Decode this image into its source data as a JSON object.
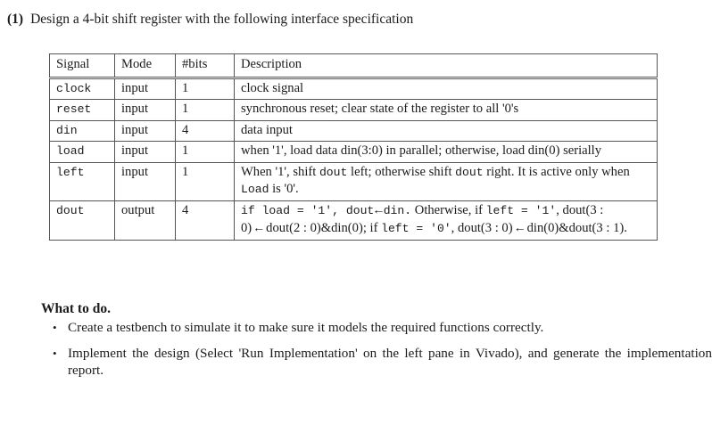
{
  "problem": {
    "number": "(1)",
    "statement": "Design a 4-bit shift register with the following interface specification"
  },
  "spec_table": {
    "headers": [
      "Signal",
      "Mode",
      "#bits",
      "Description"
    ],
    "rows": [
      {
        "signal": "clock",
        "mode": "input",
        "bits": "1",
        "description": "clock signal"
      },
      {
        "signal": "reset",
        "mode": "input",
        "bits": "1",
        "description": "synchronous reset; clear state of the register to all '0's"
      },
      {
        "signal": "din",
        "mode": "input",
        "bits": "4",
        "description": "data input"
      },
      {
        "signal": "load",
        "mode": "input",
        "bits": "1",
        "description": "when '1', load data din(3:0) in parallel; otherwise, load din(0) serially"
      },
      {
        "signal": "left",
        "mode": "input",
        "bits": "1",
        "description_parts": {
          "p1": "When '1', shift ",
          "tt1": "dout",
          "p2": " left; otherwise shift ",
          "tt2": "dout",
          "p3": " right. It is active only when ",
          "tt3": "Load",
          "p4": " is '0'."
        },
        "description": "When '1', shift dout left; otherwise shift dout right. It is active only when Load is '0'."
      },
      {
        "signal": "dout",
        "mode": "output",
        "bits": "4",
        "description_parts": {
          "tt1": "if load = '1', dout",
          "arrow1": "←",
          "tt2": "din.",
          "p1": " Otherwise, if ",
          "tt3": "left = '1'",
          "p2": ", ",
          "m1": "dout(3 : 0)",
          "arrow2": "←",
          "m2": "dout(2 : 0)&din(0)",
          "p3": "; if ",
          "tt4": "left = '0'",
          "p4": ", ",
          "m3": "dout(3 : 0)",
          "arrow3": "←",
          "m4": "din(0)&dout(3 : 1)",
          "p5": "."
        },
        "description": "if load = '1', dout ← din. Otherwise, if left = '1', dout(3 : 0) ← dout(2 : 0)&din(0); if left = '0', dout(3 : 0) ← din(0)&dout(3 : 1)."
      }
    ]
  },
  "what_to_do": {
    "heading": "What to do.",
    "bullet_glyph": "•",
    "items": [
      "Create a testbench to simulate it to make sure it models the required functions correctly.",
      "Implement the design (Select 'Run Implementation' on the left pane in Vivado), and generate the implementation report."
    ]
  }
}
